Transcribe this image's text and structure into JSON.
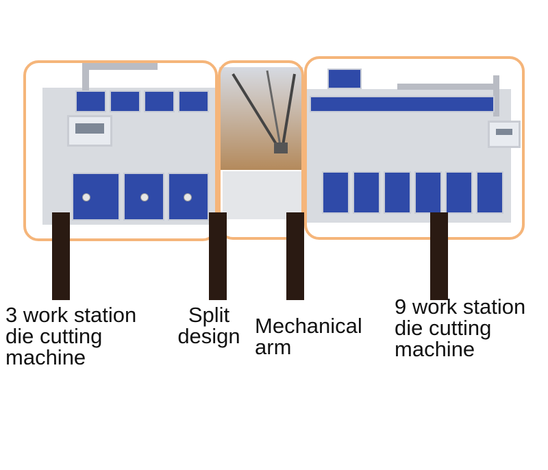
{
  "labels": {
    "three_station": "3 work station\ndie cutting\nmachine",
    "split_design": "Split\ndesign",
    "mechanical_arm": "Mechanical\narm",
    "nine_station": "9 work station\ndie cutting\nmachine"
  },
  "colors": {
    "highlight_outline": "#f5b57a",
    "pointer": "#2a1a12",
    "machine_panel": "#2f4aa8",
    "frame": "#d8dbe0"
  },
  "icons": {
    "machine_photo": "die-cutting-machine-illustration",
    "robot_arm": "delta-robot-arm-illustration"
  }
}
